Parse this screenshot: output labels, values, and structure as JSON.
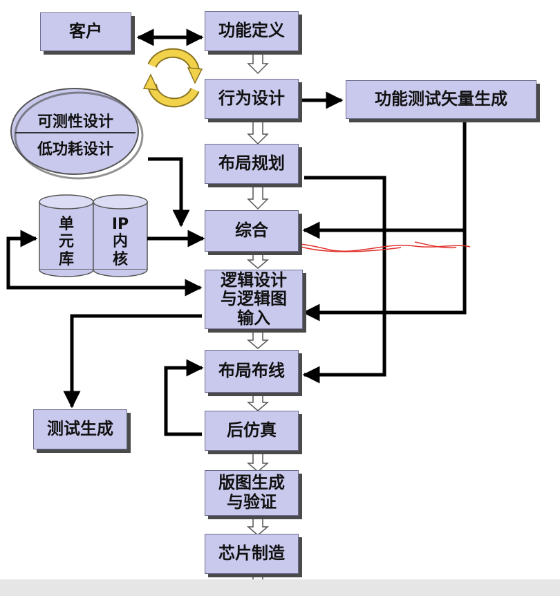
{
  "nodes": {
    "customer": "客户",
    "func_def": "功能定义",
    "behavior": "行为设计",
    "func_test_vec": "功能测试矢量生成",
    "testability": "可测性设计",
    "low_power": "低功耗设计",
    "layout_plan": "布局规划",
    "cell_lib": [
      "单",
      "元",
      "库"
    ],
    "ip_core": [
      "IP",
      "内",
      "核"
    ],
    "synthesis": "综合",
    "logic_design": [
      "逻辑设计",
      "与逻辑图",
      "输入"
    ],
    "test_gen": "测试生成",
    "place_route": "布局布线",
    "post_sim": "后仿真",
    "layout_verify": [
      "版图生成",
      "与验证"
    ],
    "chip_fab": "芯片制造"
  },
  "colors": {
    "box_fill": "#c9c9ee",
    "shadow": "#4a4a4a",
    "arrow": "#000000",
    "scribble": "#e0302a",
    "cycle": "#f2d24a"
  }
}
